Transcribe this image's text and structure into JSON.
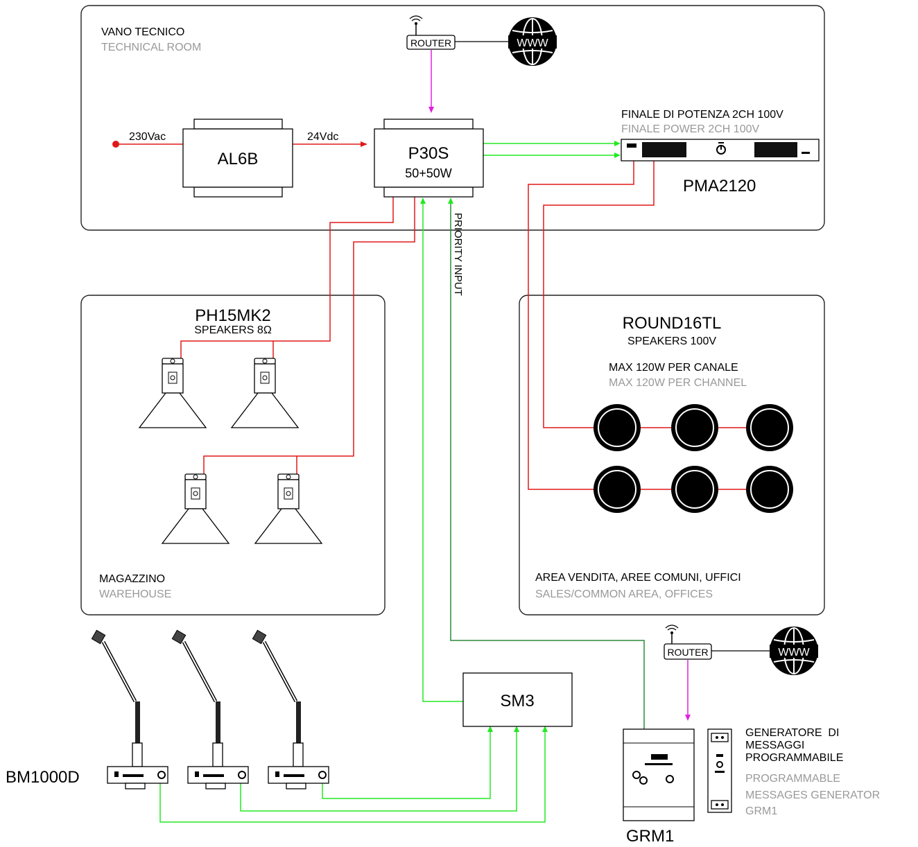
{
  "rooms": {
    "technical": {
      "title_it": "VANO TECNICO",
      "title_en": "TECHNICAL ROOM"
    },
    "warehouse": {
      "title_it": "MAGAZZINO",
      "title_en": "WAREHOUSE"
    },
    "sales": {
      "title_it": "AREA VENDITA, AREE COMUNI, UFFICI",
      "title_en": "SALES/COMMON AREA, OFFICES"
    }
  },
  "devices": {
    "router_label": "ROUTER",
    "www_label": "WWW",
    "al6b": {
      "label": "AL6B"
    },
    "p30s": {
      "label": "P30S",
      "power": "50+50W"
    },
    "power_in": "230Vac",
    "dc_out": "24Vdc",
    "amp": {
      "title_it": "FINALE DI POTENZA 2CH 100V",
      "title_en": "FINALE POWER 2CH 100V",
      "model": "PMA2120"
    },
    "priority_input": "PRIORITY INPUT",
    "ph15": {
      "model": "PH15MK2",
      "desc": "SPEAKERS 8Ω"
    },
    "round16": {
      "model": "ROUND16TL",
      "desc": "SPEAKERS 100V",
      "max_it": "MAX 120W PER CANALE",
      "max_en": "MAX 120W PER CHANNEL"
    },
    "sm3": {
      "label": "SM3"
    },
    "bm1000d": {
      "label": "BM1000D"
    },
    "grm1": {
      "label": "GRM1",
      "desc_it_1": "GENERATORE  DI",
      "desc_it_2": "MESSAGGI",
      "desc_it_3": "PROGRAMMABILE",
      "desc_en_1": "PROGRAMMABLE",
      "desc_en_2": "MESSAGES GENERATOR",
      "desc_en_3": "GRM1"
    }
  },
  "colors": {
    "speaker_line": "#e01818",
    "signal_line": "#22e822",
    "network_line": "#e020e0",
    "priority_line": "#2a8a3a"
  }
}
